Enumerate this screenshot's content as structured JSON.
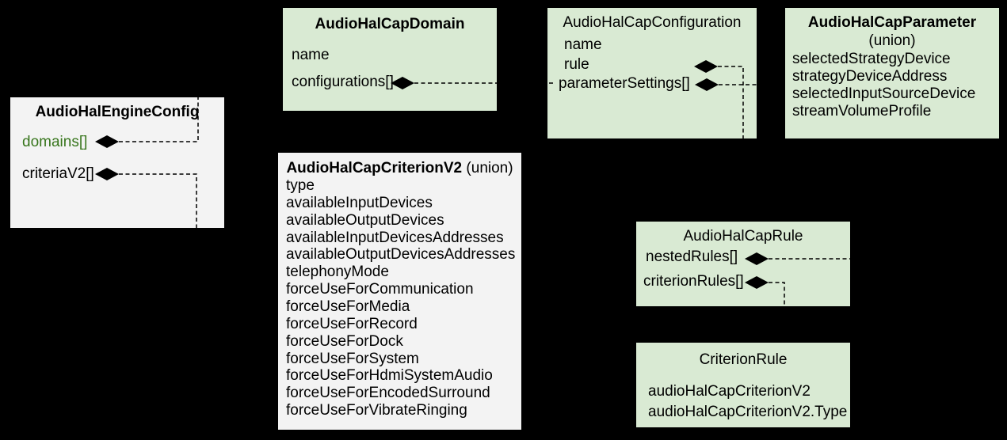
{
  "diagram": {
    "background": "#000000",
    "box_colors": {
      "green": "#d9ead3",
      "gray": "#f3f3f3"
    },
    "accent_text_color": "#38761d",
    "boxes": {
      "engine": {
        "title": "AudioHalEngineConfig",
        "fields": [
          "domains[]",
          "criteriaV2[]"
        ]
      },
      "domain": {
        "title": "AudioHalCapDomain",
        "fields": [
          "name",
          "configurations[]"
        ]
      },
      "configuration": {
        "title": "AudioHalCapConfiguration",
        "fields": [
          "name",
          "rule",
          "parameterSettings[]"
        ]
      },
      "parameter": {
        "title": "AudioHalCapParameter",
        "subtitle": "(union)",
        "fields": [
          "selectedStrategyDevice",
          "strategyDeviceAddress",
          "selectedInputSourceDevice",
          "streamVolumeProfile"
        ]
      },
      "criterion": {
        "title": "AudioHalCapCriterionV2",
        "title_suffix": " (union)",
        "fields": [
          "type",
          "availableInputDevices",
          "availableOutputDevices",
          "availableInputDevicesAddresses",
          "availableOutputDevicesAddresses",
          "telephonyMode",
          "forceUseForCommunication",
          "forceUseForMedia",
          "forceUseForRecord",
          "forceUseForDock",
          "forceUseForSystem",
          "forceUseForHdmiSystemAudio",
          "forceUseForEncodedSurround",
          "forceUseForVibrateRinging"
        ]
      },
      "rule": {
        "title": "AudioHalCapRule",
        "fields": [
          "nestedRules[]",
          "criterionRules[]"
        ]
      },
      "criterion_rule": {
        "title": "CriterionRule",
        "fields": [
          "audioHalCapCriterionV2",
          "audioHalCapCriterionV2.Type"
        ]
      }
    },
    "connections": [
      {
        "from": "AudioHalEngineConfig.domains[]",
        "to": "AudioHalCapDomain",
        "type": "composition"
      },
      {
        "from": "AudioHalEngineConfig.criteriaV2[]",
        "to": "AudioHalCapCriterionV2",
        "type": "composition"
      },
      {
        "from": "AudioHalCapDomain.configurations[]",
        "to": "AudioHalCapConfiguration",
        "type": "composition"
      },
      {
        "from": "AudioHalCapConfiguration.rule",
        "to": "AudioHalCapRule",
        "type": "composition"
      },
      {
        "from": "AudioHalCapConfiguration.parameterSettings[]",
        "to": "AudioHalCapParameter",
        "type": "composition"
      },
      {
        "from": "AudioHalCapRule.nestedRules[]",
        "to": "AudioHalCapRule",
        "type": "composition"
      },
      {
        "from": "AudioHalCapRule.criterionRules[]",
        "to": "CriterionRule",
        "type": "composition"
      }
    ]
  }
}
